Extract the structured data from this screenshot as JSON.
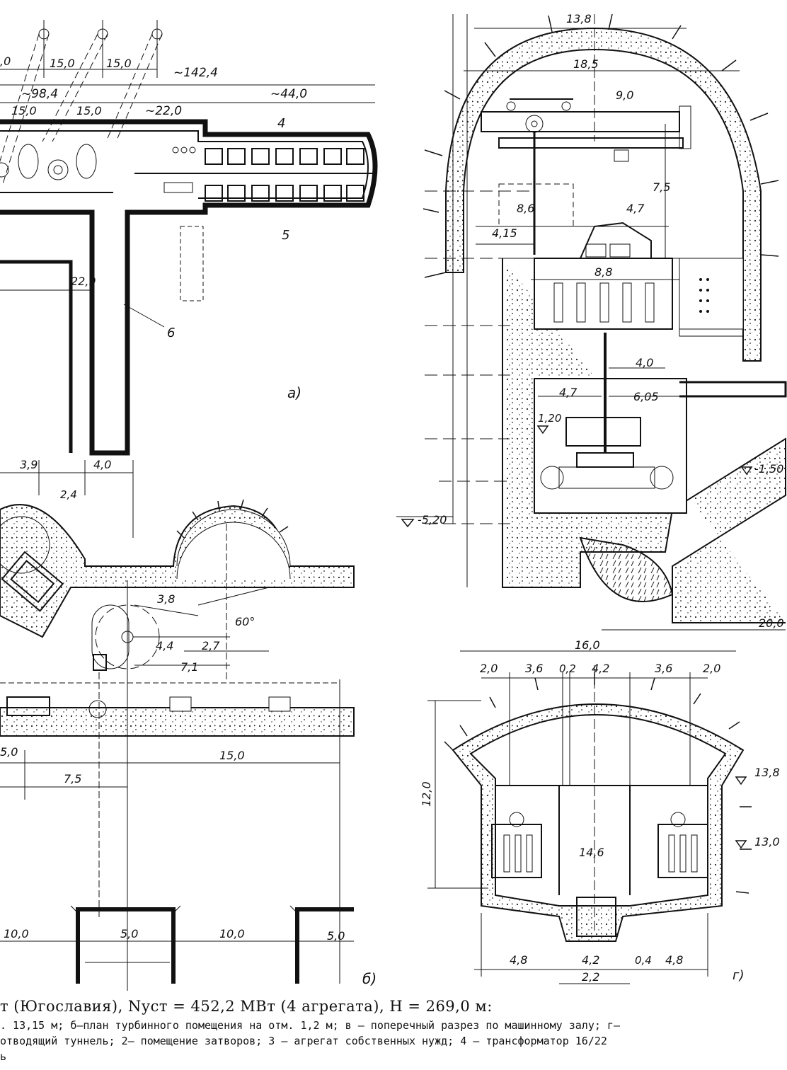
{
  "panel_labels": {
    "a": "а)",
    "b": "б)",
    "v": "",
    "g": "г)"
  },
  "callouts": {
    "c4": "4",
    "c5": "5",
    "c6": "6"
  },
  "dims_a": {
    "d1": "15,0",
    "d2": "15,0",
    "d3": "~142,4",
    "d4": "~98,4",
    "d5": "15,0",
    "d6": "15,0",
    "d7": "~22,0",
    "d8": "~44,0",
    "d9": "22,9",
    "d10": ",0"
  },
  "dims_b": {
    "d1": "3,9",
    "d2": "4,0",
    "d3": "2,4",
    "d4": "3,8",
    "d5": "60°",
    "d6": "4,4",
    "d7": "2,7",
    "d8": "7,1",
    "d9": "5,0",
    "d10": "15,0",
    "d11": "7,5",
    "d12": "10,0",
    "d13": "5,0",
    "d14": "10,0",
    "d15": "5,0"
  },
  "dims_v": {
    "d1": "13,8",
    "d2": "18,5",
    "d3": "9,0",
    "d4": "8,6",
    "d5": "4,7",
    "d6": "7,5",
    "d7": "4,15",
    "d8": "8,8",
    "d9": "4,0",
    "d10": "4,7",
    "d11": "6,05",
    "d12": "1,20",
    "d13": "-1,50",
    "d14": "-5,20",
    "d15": "20,0"
  },
  "dims_g": {
    "d1": "16,0",
    "d2": "2,0",
    "d3": "3,6",
    "d4": "0,2",
    "d5": "4,2",
    "d6": "3,6",
    "d7": "2,0",
    "d8": "12,0",
    "d9": "13,8",
    "d10": "14,6",
    "d11": "13,0",
    "d12": "4,8",
    "d13": "4,2",
    "d14": "0,4",
    "d15": "4,8",
    "d16": "2,2"
  },
  "caption": {
    "title": "т   (Югославия), Nуст = 452,2   МВт  (4  агрегата),  H = 269,0  м:",
    "line2": ". 13,15 м; б—план турбинного помещения на отм. 1,2 м; в — поперечный разрез по машинному залу; г—",
    "line3": "отводящий туннель; 2— помещение затворов;  3 — агрегат собственных нужд;  4 — трансформатор  16/22",
    "line4": "ь"
  }
}
